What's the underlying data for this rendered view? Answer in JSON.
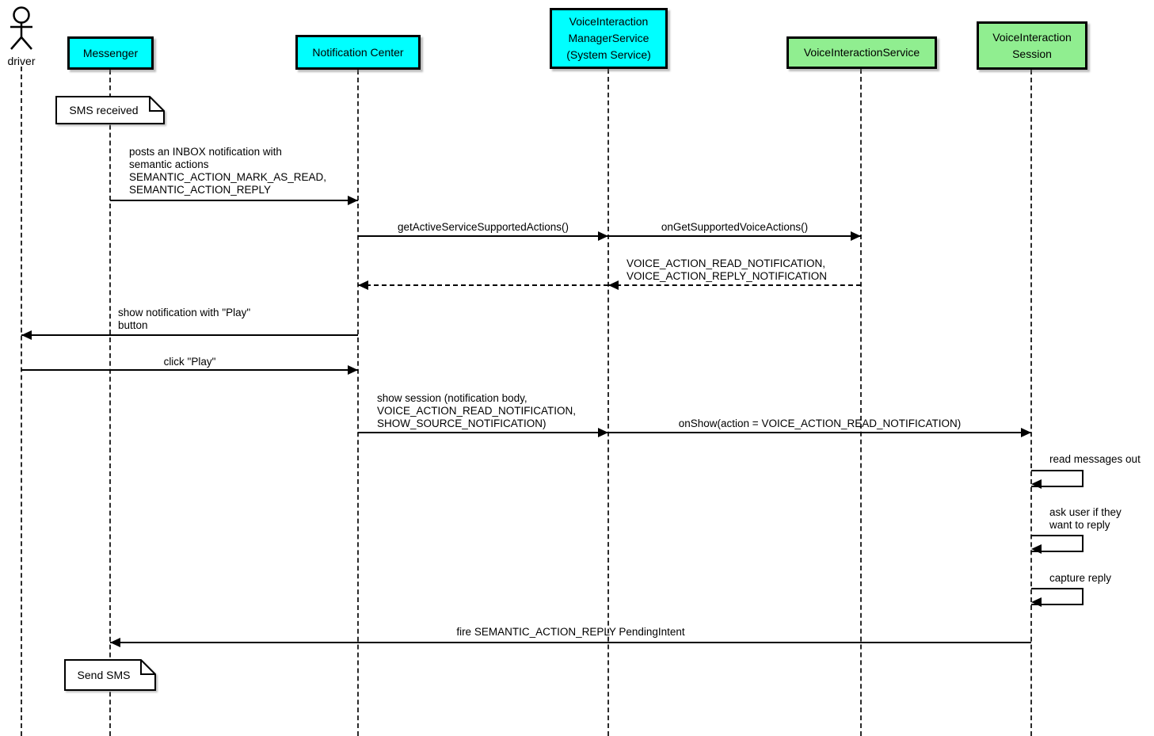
{
  "actor": {
    "label": "driver"
  },
  "participants": [
    {
      "id": "messenger",
      "label": "Messenger",
      "fill": "#00ffff"
    },
    {
      "id": "notification-center",
      "label": "Notification Center",
      "fill": "#00ffff"
    },
    {
      "id": "voiceinteraction-managerservice",
      "label": "VoiceInteraction\nManagerService\n(System Service)",
      "fill": "#00ffff"
    },
    {
      "id": "voiceinteractionservice",
      "label": "VoiceInteractionService",
      "fill": "#90ee90"
    },
    {
      "id": "voiceinteraction-session",
      "label": "VoiceInteraction\nSession",
      "fill": "#90ee90"
    }
  ],
  "notes": [
    {
      "text": "SMS received"
    },
    {
      "text": "Send SMS"
    }
  ],
  "messages": [
    {
      "text": "posts an INBOX notification with\nsemantic actions\nSEMANTIC_ACTION_MARK_AS_READ,\nSEMANTIC_ACTION_REPLY"
    },
    {
      "text": "getActiveServiceSupportedActions()"
    },
    {
      "text": "onGetSupportedVoiceActions()"
    },
    {
      "text": "VOICE_ACTION_READ_NOTIFICATION,\nVOICE_ACTION_REPLY_NOTIFICATION"
    },
    {
      "text": "show notification with \"Play\"\nbutton"
    },
    {
      "text": "click \"Play\""
    },
    {
      "text": "show session (notification body,\nVOICE_ACTION_READ_NOTIFICATION,\nSHOW_SOURCE_NOTIFICATION)"
    },
    {
      "text": "onShow(action = VOICE_ACTION_READ_NOTIFICATION)"
    },
    {
      "text": "read messages out"
    },
    {
      "text": "ask user if they\nwant to reply"
    },
    {
      "text": "capture reply"
    },
    {
      "text": "fire SEMANTIC_ACTION_REPLY PendingIntent"
    }
  ],
  "colors": {
    "cyan": "#00ffff",
    "green": "#90ee90",
    "line": "#000000",
    "background": "#ffffff"
  }
}
